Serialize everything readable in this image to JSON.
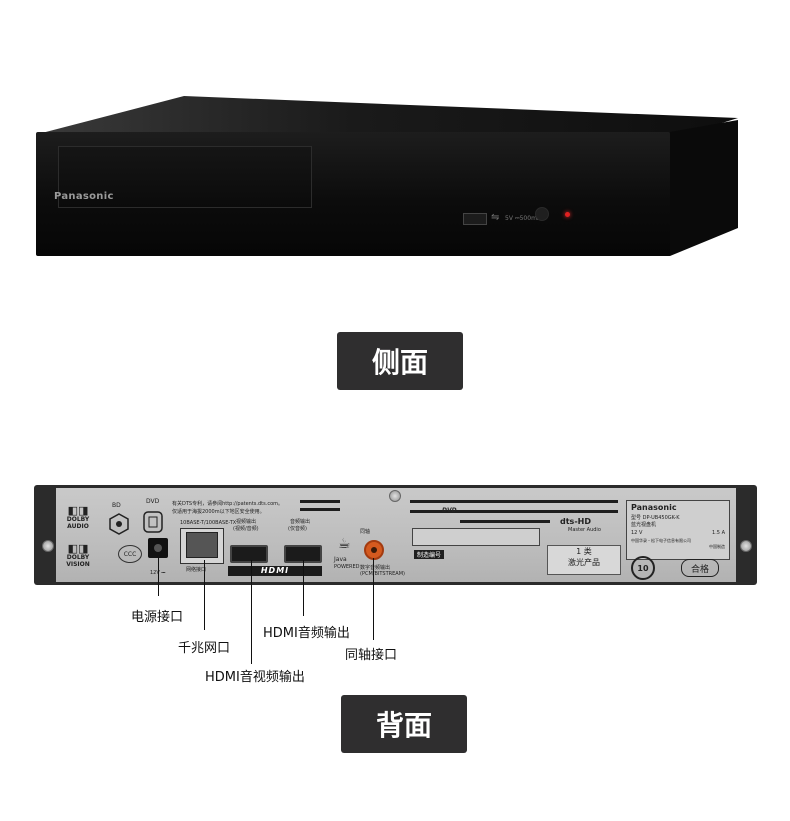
{
  "front": {
    "brand": "Panasonic",
    "usb_label": "5V ⎓500mA",
    "usb_icon": "usb-icon",
    "led_color": "#e02020"
  },
  "captions": {
    "side": "侧面",
    "back": "背面"
  },
  "rear": {
    "bd": "BD",
    "dvd": "DVD",
    "dolby_audio": [
      "DOLBY",
      "AUDIO"
    ],
    "dolby_vision": [
      "DOLBY",
      "VISION"
    ],
    "ccc": "CCC",
    "dts_notice": "有关DTS专利，请参阅http://patents.dts.com。",
    "altitude_notice": "仅适用于海拔2000m以下地区安全使用。",
    "dc_label": "12V ⎓",
    "lan_spec": "10BASE-T/100BASE-TX",
    "lan_label": "网络接口",
    "hdmi_video_label": [
      "视频输出",
      "(视频/音频)"
    ],
    "hdmi_audio_label": [
      "音频输出",
      "(仅音频)"
    ],
    "hdmi_logo": "HDMI",
    "java": "Java",
    "java_sub": "POWERED",
    "coax_label": "同轴",
    "coax_sub": "数字音频输出 (PCM/BITSTREAM)",
    "dvd_logo": "DVD",
    "serial_label": "制造编号",
    "dts_hd": "dts-HD",
    "dts_hd_sub": "Master Audio",
    "brand": "Panasonic",
    "model": "型号 DP-UB450GK-K",
    "product": "蓝光视盘机",
    "rating_v": "12 V",
    "rating_a": "1.5 A",
    "maker": "中国华录・松下电子信息有限公司",
    "made_in": "中国制造",
    "laser_class": "1 类",
    "laser_text": "激光产品",
    "qualified": "合格",
    "eco": "10"
  },
  "callouts": {
    "power": "电源接口",
    "lan": "千兆网口",
    "hdmi_av": "HDMI音视频输出",
    "hdmi_audio": "HDMI音频输出",
    "coax": "同轴接口"
  }
}
